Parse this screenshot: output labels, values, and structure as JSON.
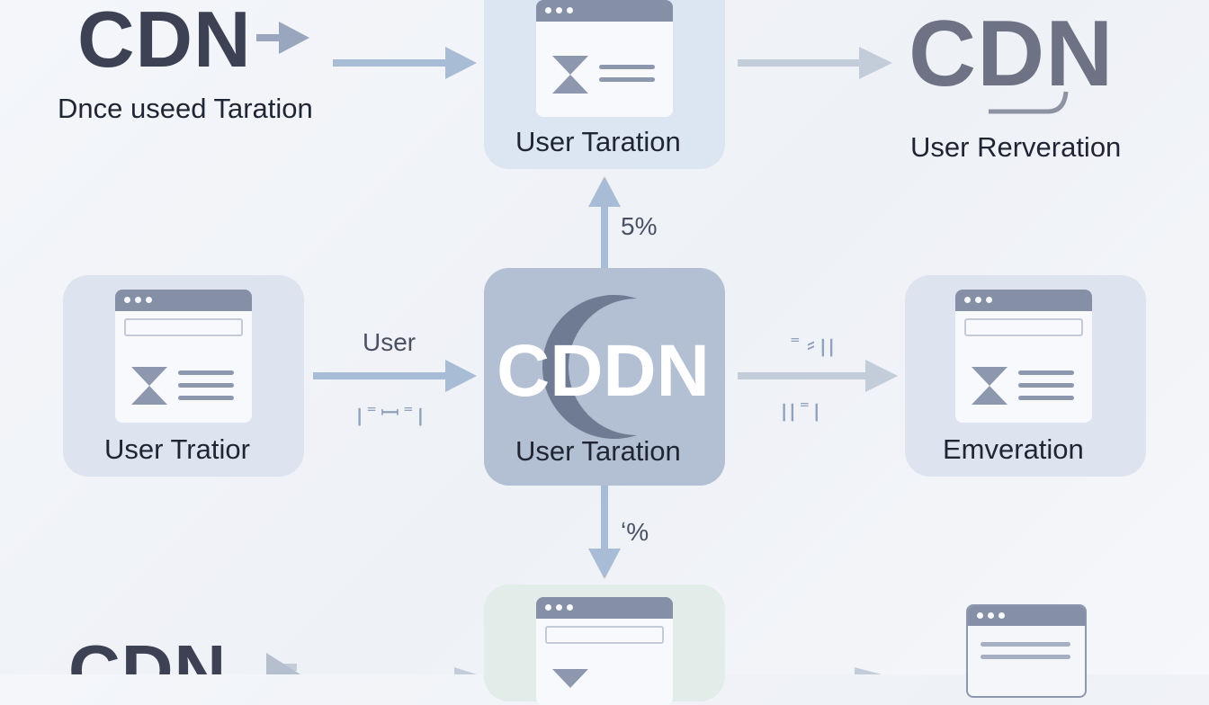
{
  "top_left": {
    "logo": "CDN",
    "caption": "Dnce useed Taration"
  },
  "top_center": {
    "label": "User Taration"
  },
  "top_right": {
    "logo": "CDN",
    "caption": "User Rerveration"
  },
  "mid_left": {
    "label": "User Tratior"
  },
  "mid_center": {
    "logo": "CDDN",
    "label": "User Taration"
  },
  "mid_right": {
    "label": "Emveration"
  },
  "edges": {
    "up_percent": "5%",
    "down_percent": "ʻ%",
    "left_arrow_label": "User",
    "left_arrow_glyphs": "ꞁ⁼ꟷ⁼ꞁ",
    "right_arrow_glyphs_top": "⁼⸗ꞁꞁ",
    "right_arrow_glyphs_bottom": "ꞁꞁ⁼ꞁ"
  },
  "bottom_left": {
    "logo": "CDN"
  },
  "colors": {
    "arrow": "#a9bcd6",
    "node_center": "#b3bfd2",
    "text_dark": "#2f3647"
  }
}
